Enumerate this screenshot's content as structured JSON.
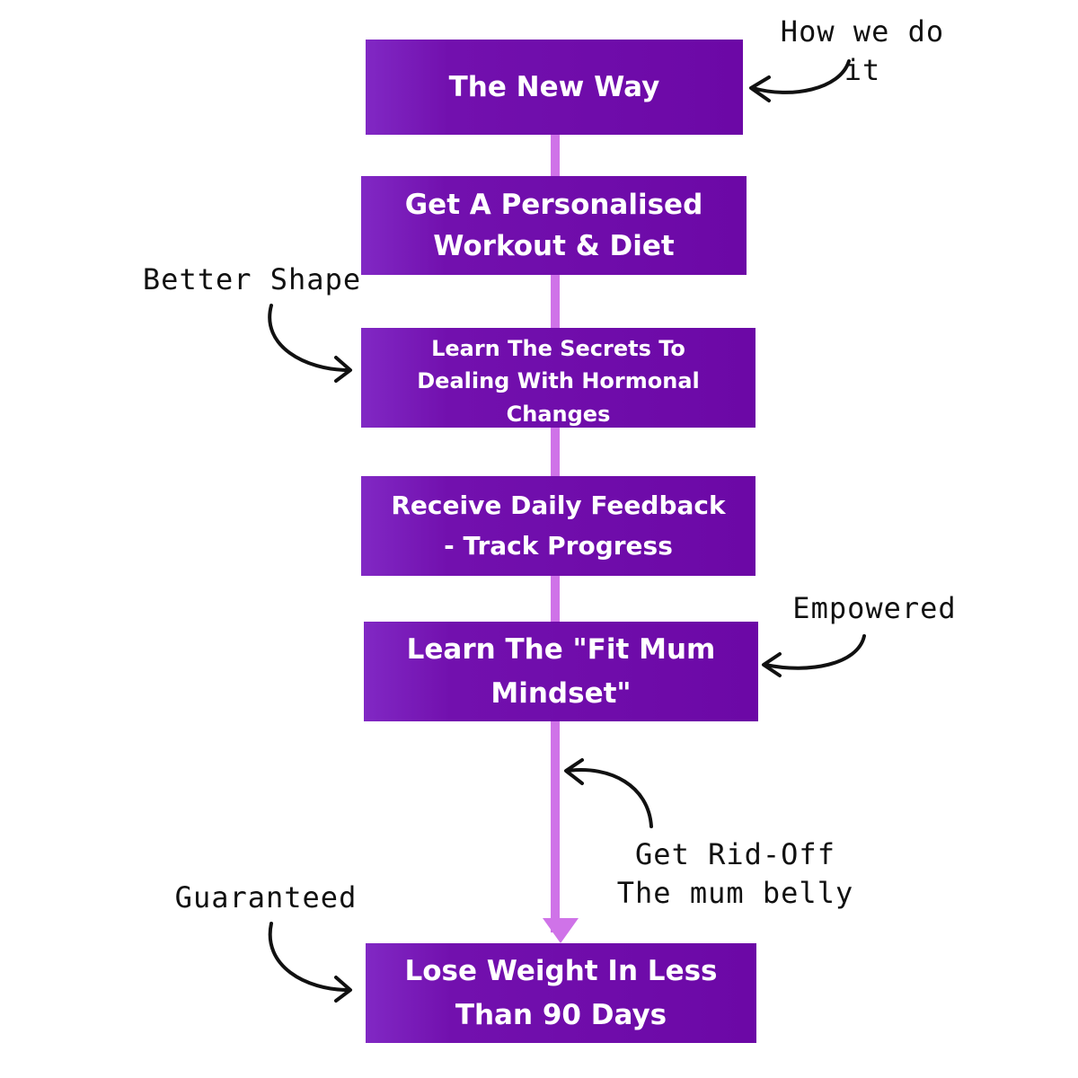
{
  "steps": [
    {
      "label": "The New Way"
    },
    {
      "label": "Get A Personalised\nWorkout & Diet"
    },
    {
      "label": "Learn The Secrets To\nDealing With Hormonal\nChanges"
    },
    {
      "label": "Receive Daily Feedback\n- Track Progress"
    },
    {
      "label": "Learn The \"Fit Mum\nMindset\""
    },
    {
      "label": "Lose Weight In Less\nThan 90 Days"
    }
  ],
  "annotations": {
    "how": "How we do it",
    "shape": "Better Shape",
    "empowered": "Empowered",
    "belly": "Get Rid-Off\nThe mum belly",
    "guaranteed": "Guaranteed"
  },
  "colors": {
    "box": "#6c08a6",
    "connector": "#cf73e8",
    "annotation": "#111111"
  }
}
